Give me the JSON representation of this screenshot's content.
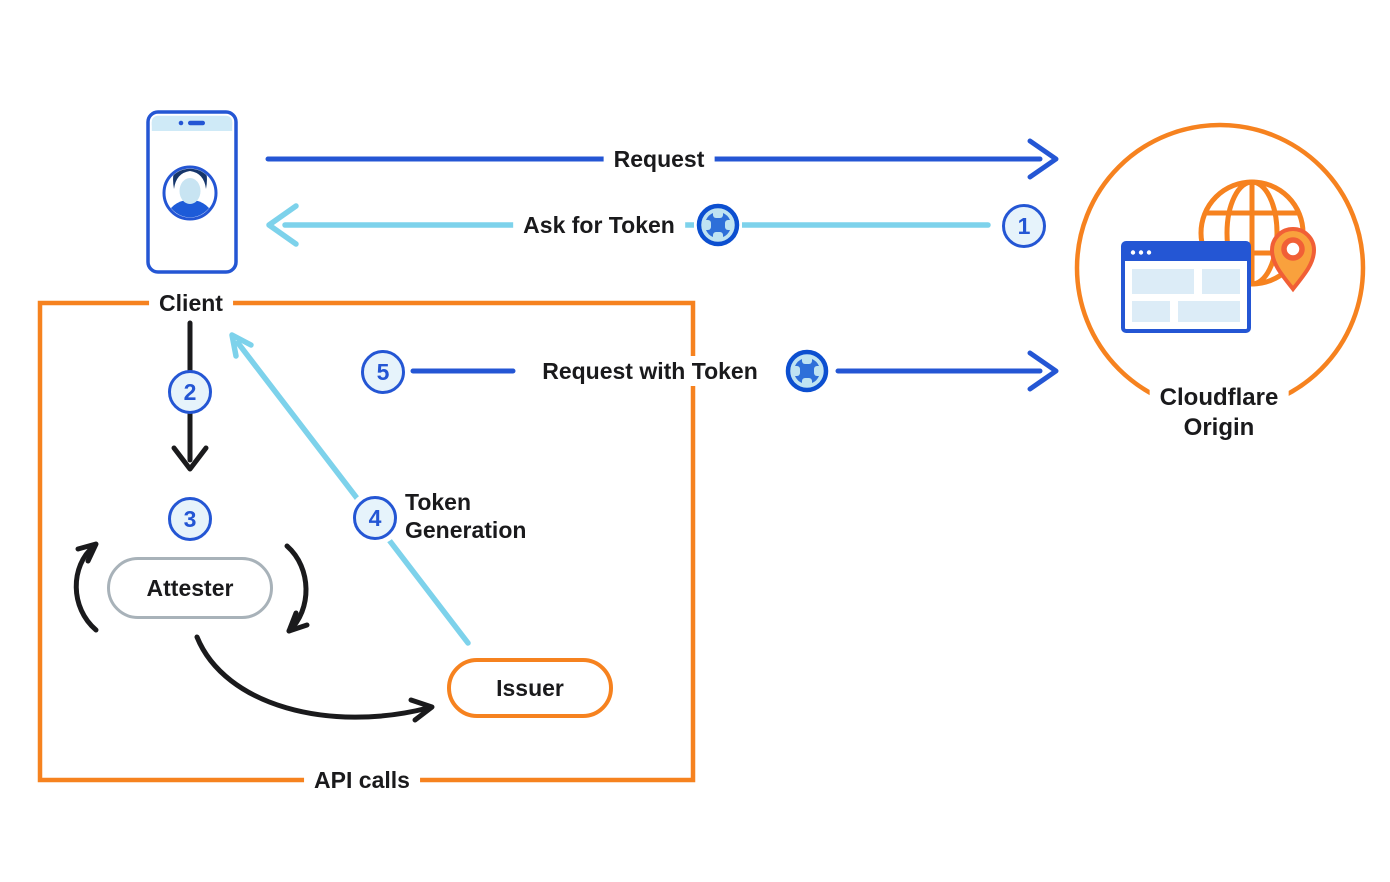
{
  "colors": {
    "blue": "#2456d4",
    "light_blue": "#7dd2eb",
    "orange": "#f6821f",
    "badge_fill": "#e6f3fb",
    "attester_border_gray": "#a8b2b9",
    "pin_fill": "#f9a13d",
    "pin_stroke": "#f15f36",
    "text": "#1a1a1c"
  },
  "nodes": {
    "client": {
      "label": "Client",
      "icon": "smartphone-user-icon"
    },
    "cloudflare_origin": {
      "label": "Cloudflare\nOrigin",
      "icon": "globe-browser-location-icon"
    },
    "attester": {
      "label": "Attester"
    },
    "issuer": {
      "label": "Issuer"
    }
  },
  "flows": {
    "request": {
      "label": "Request"
    },
    "ask_for_token": {
      "label": "Ask for Token",
      "icon": "token-icon"
    },
    "request_with_token": {
      "label": "Request with Token",
      "icon": "token-icon"
    },
    "token_generation": {
      "label": "Token\nGeneration"
    },
    "api_calls": {
      "label": "API calls"
    }
  },
  "badges": [
    {
      "number": "1"
    },
    {
      "number": "2"
    },
    {
      "number": "3"
    },
    {
      "number": "4"
    },
    {
      "number": "5"
    }
  ]
}
